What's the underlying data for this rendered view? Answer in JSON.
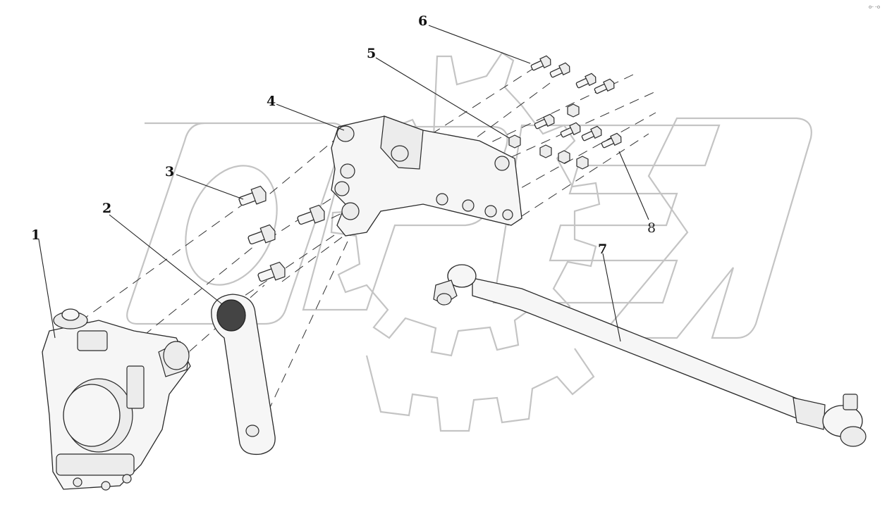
{
  "callouts": [
    {
      "id": "1",
      "text": "1"
    },
    {
      "id": "2",
      "text": "2"
    },
    {
      "id": "3",
      "text": "3"
    },
    {
      "id": "4",
      "text": "4"
    },
    {
      "id": "5",
      "text": "5"
    },
    {
      "id": "6",
      "text": "6"
    },
    {
      "id": "7",
      "text": "7"
    },
    {
      "id": "8",
      "text": "8"
    }
  ],
  "watermark": {
    "text": "OPEX"
  },
  "corner_mark": "o- -o"
}
